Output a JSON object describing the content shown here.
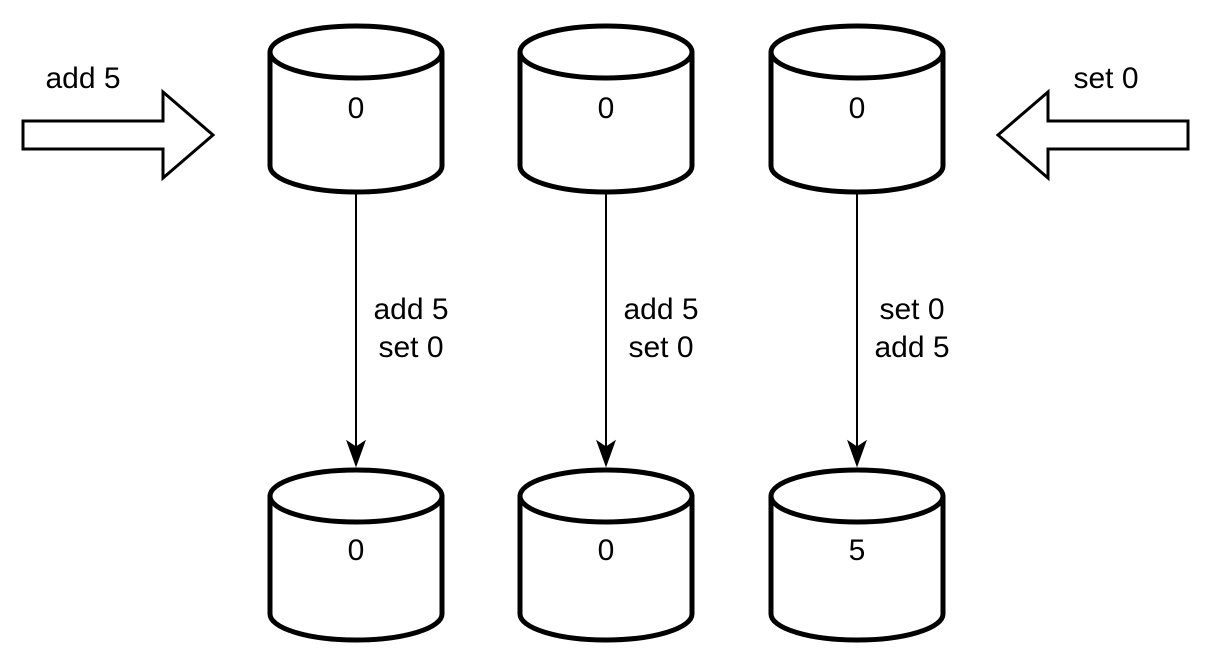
{
  "colors": {
    "stroke": "#000000",
    "fill": "#ffffff",
    "background": "#ffffff",
    "text": "#000000"
  },
  "incoming": {
    "left": {
      "label": "add 5",
      "direction": "right"
    },
    "right": {
      "label": "set 0",
      "direction": "left"
    }
  },
  "replicas": [
    {
      "before_value": "0",
      "op_line1": "add 5",
      "op_line2": "set 0",
      "after_value": "0"
    },
    {
      "before_value": "0",
      "op_line1": "add 5",
      "op_line2": "set 0",
      "after_value": "0"
    },
    {
      "before_value": "0",
      "op_line1": "set 0",
      "op_line2": "add 5",
      "after_value": "5"
    }
  ]
}
